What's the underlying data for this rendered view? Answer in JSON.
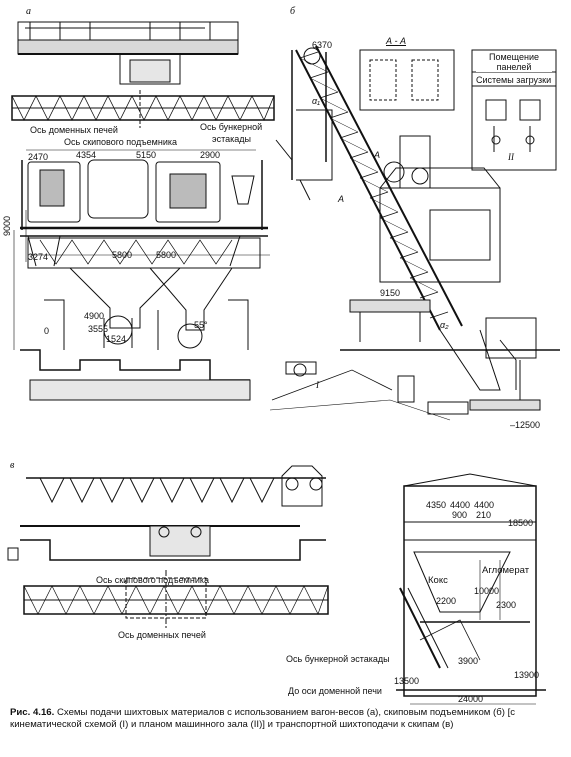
{
  "panels": {
    "a": {
      "letter": "а",
      "labels": {
        "blast_axis": "Ось доменных печей",
        "bunker_axis_1": "Ось бункерной",
        "bunker_axis_2": "эстакады",
        "skip_axis": "Ось скипового подъемника",
        "d2470": "2470",
        "d4354": "4354",
        "d5150": "5150",
        "d2900": "2900",
        "d9000": "9000",
        "d3274": "3274",
        "d5800a": "5800",
        "d5800b": "5800",
        "d4900": "4900",
        "d3555": "3555",
        "d1524": "1524",
        "angle55": "55°",
        "zero": "0"
      }
    },
    "b": {
      "letter": "б",
      "labels": {
        "d6370": "6370",
        "sectionAA": "А - А",
        "room_panels_1": "Помещение",
        "room_panels_2": "панелей",
        "loading_systems": "Системы загрузки",
        "markA1": "А",
        "markA2": "А",
        "alpha1": "α₁",
        "alpha2": "α₂",
        "d9150": "9150",
        "roman1": "I",
        "roman2": "II",
        "dminus12500": "–12500"
      }
    },
    "c": {
      "letter": "в",
      "labels": {
        "skip_axis": "Ось скипового подъемника",
        "blast_axis": "Ось доменных печей",
        "d4350": "4350",
        "d4400a": "4400",
        "d4400b": "4400",
        "d900": "900",
        "d210": "210",
        "d18500": "18500",
        "coke": "Кокс",
        "agglomerate": "Агломерат",
        "d10000": "10000",
        "d2200": "2200",
        "d2300": "2300",
        "d3900": "3900",
        "d13900": "13900",
        "d13500": "13500",
        "bunker_axis": "Ось бункерной эстакады",
        "to_blast_axis": "До оси доменной печи",
        "d24000": "24000"
      }
    }
  },
  "caption": {
    "title": "Рис. 4.16.",
    "text": " Схемы подачи шихтовых материалов с использованием вагон-весов (а), скиповым подъемником (б) [с кинематической схемой (I) и планом машинного зала (II)] и транспортной шихтоподачи к скипам (в)"
  }
}
